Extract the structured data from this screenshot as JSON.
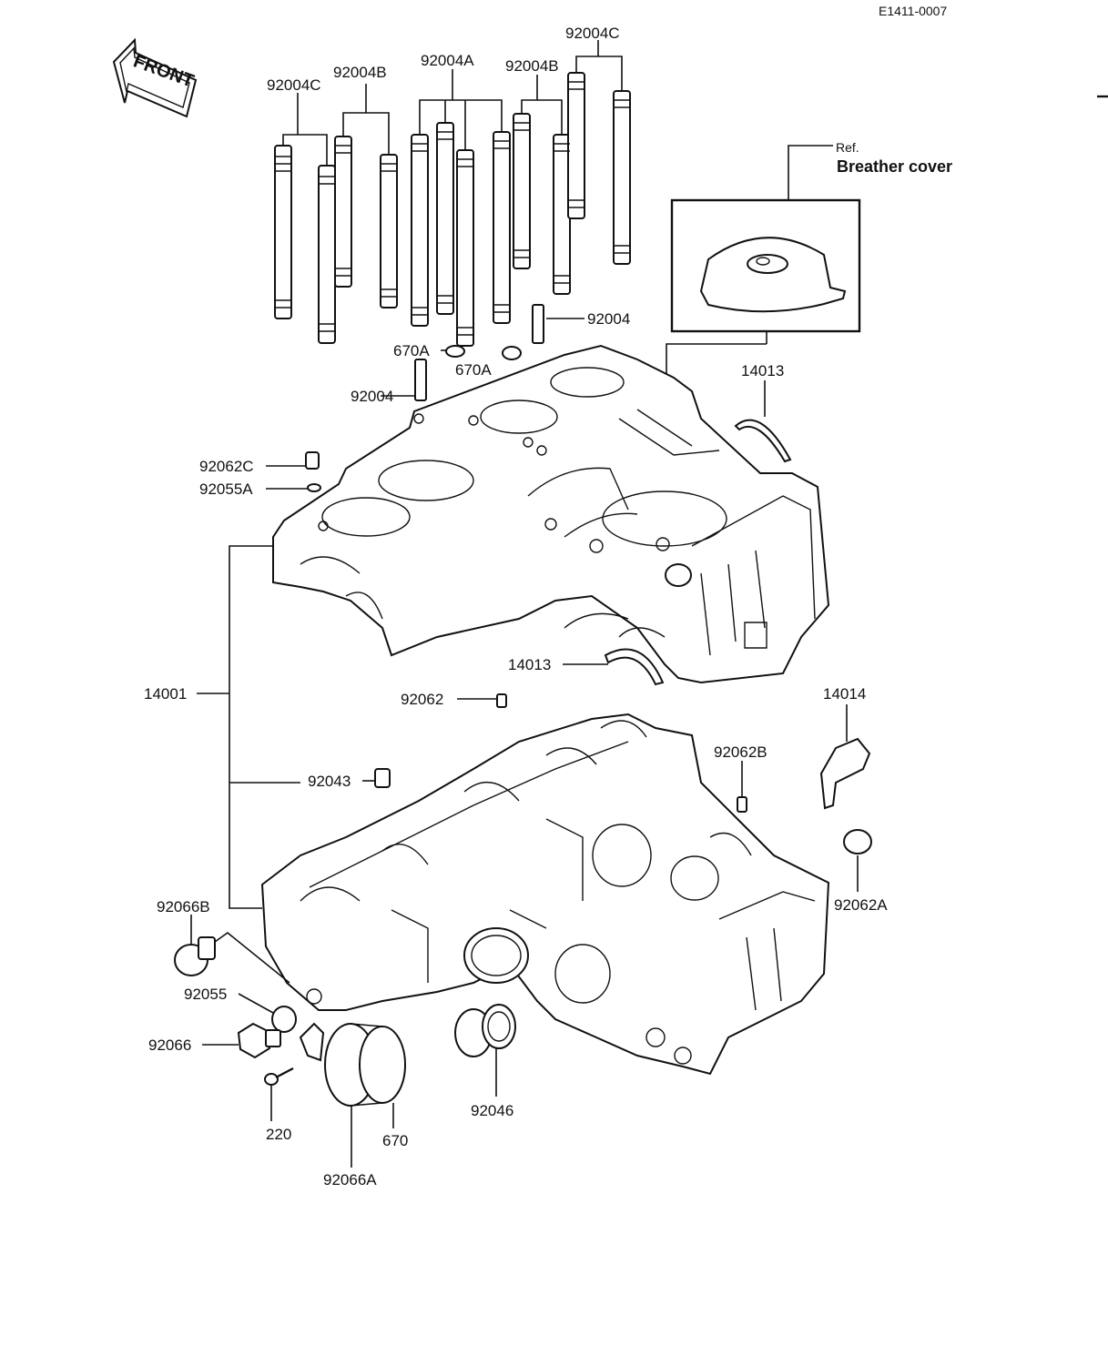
{
  "doc_id": "E1411-0007",
  "front_label": "FRONT",
  "ref": {
    "prefix": "Ref.",
    "title": "Breather cover"
  },
  "callouts": [
    {
      "key": "92004C_left",
      "text": "92004C"
    },
    {
      "key": "92004B_left",
      "text": "92004B"
    },
    {
      "key": "92004A",
      "text": "92004A"
    },
    {
      "key": "92004B_right",
      "text": "92004B"
    },
    {
      "key": "92004C_right",
      "text": "92004C"
    },
    {
      "key": "92004_upper",
      "text": "92004"
    },
    {
      "key": "670A_left",
      "text": "670A"
    },
    {
      "key": "670A_right",
      "text": "670A"
    },
    {
      "key": "92004_lower",
      "text": "92004"
    },
    {
      "key": "14013_upper",
      "text": "14013"
    },
    {
      "key": "92062C",
      "text": "92062C"
    },
    {
      "key": "92055A",
      "text": "92055A"
    },
    {
      "key": "14013_lower",
      "text": "14013"
    },
    {
      "key": "14001",
      "text": "14001"
    },
    {
      "key": "92062",
      "text": "92062"
    },
    {
      "key": "14014",
      "text": "14014"
    },
    {
      "key": "92062B",
      "text": "92062B"
    },
    {
      "key": "92043",
      "text": "92043"
    },
    {
      "key": "92066B",
      "text": "92066B"
    },
    {
      "key": "92062A",
      "text": "92062A"
    },
    {
      "key": "92055",
      "text": "92055"
    },
    {
      "key": "92066",
      "text": "92066"
    },
    {
      "key": "220",
      "text": "220"
    },
    {
      "key": "670",
      "text": "670"
    },
    {
      "key": "92046",
      "text": "92046"
    },
    {
      "key": "92066A",
      "text": "92066A"
    }
  ]
}
